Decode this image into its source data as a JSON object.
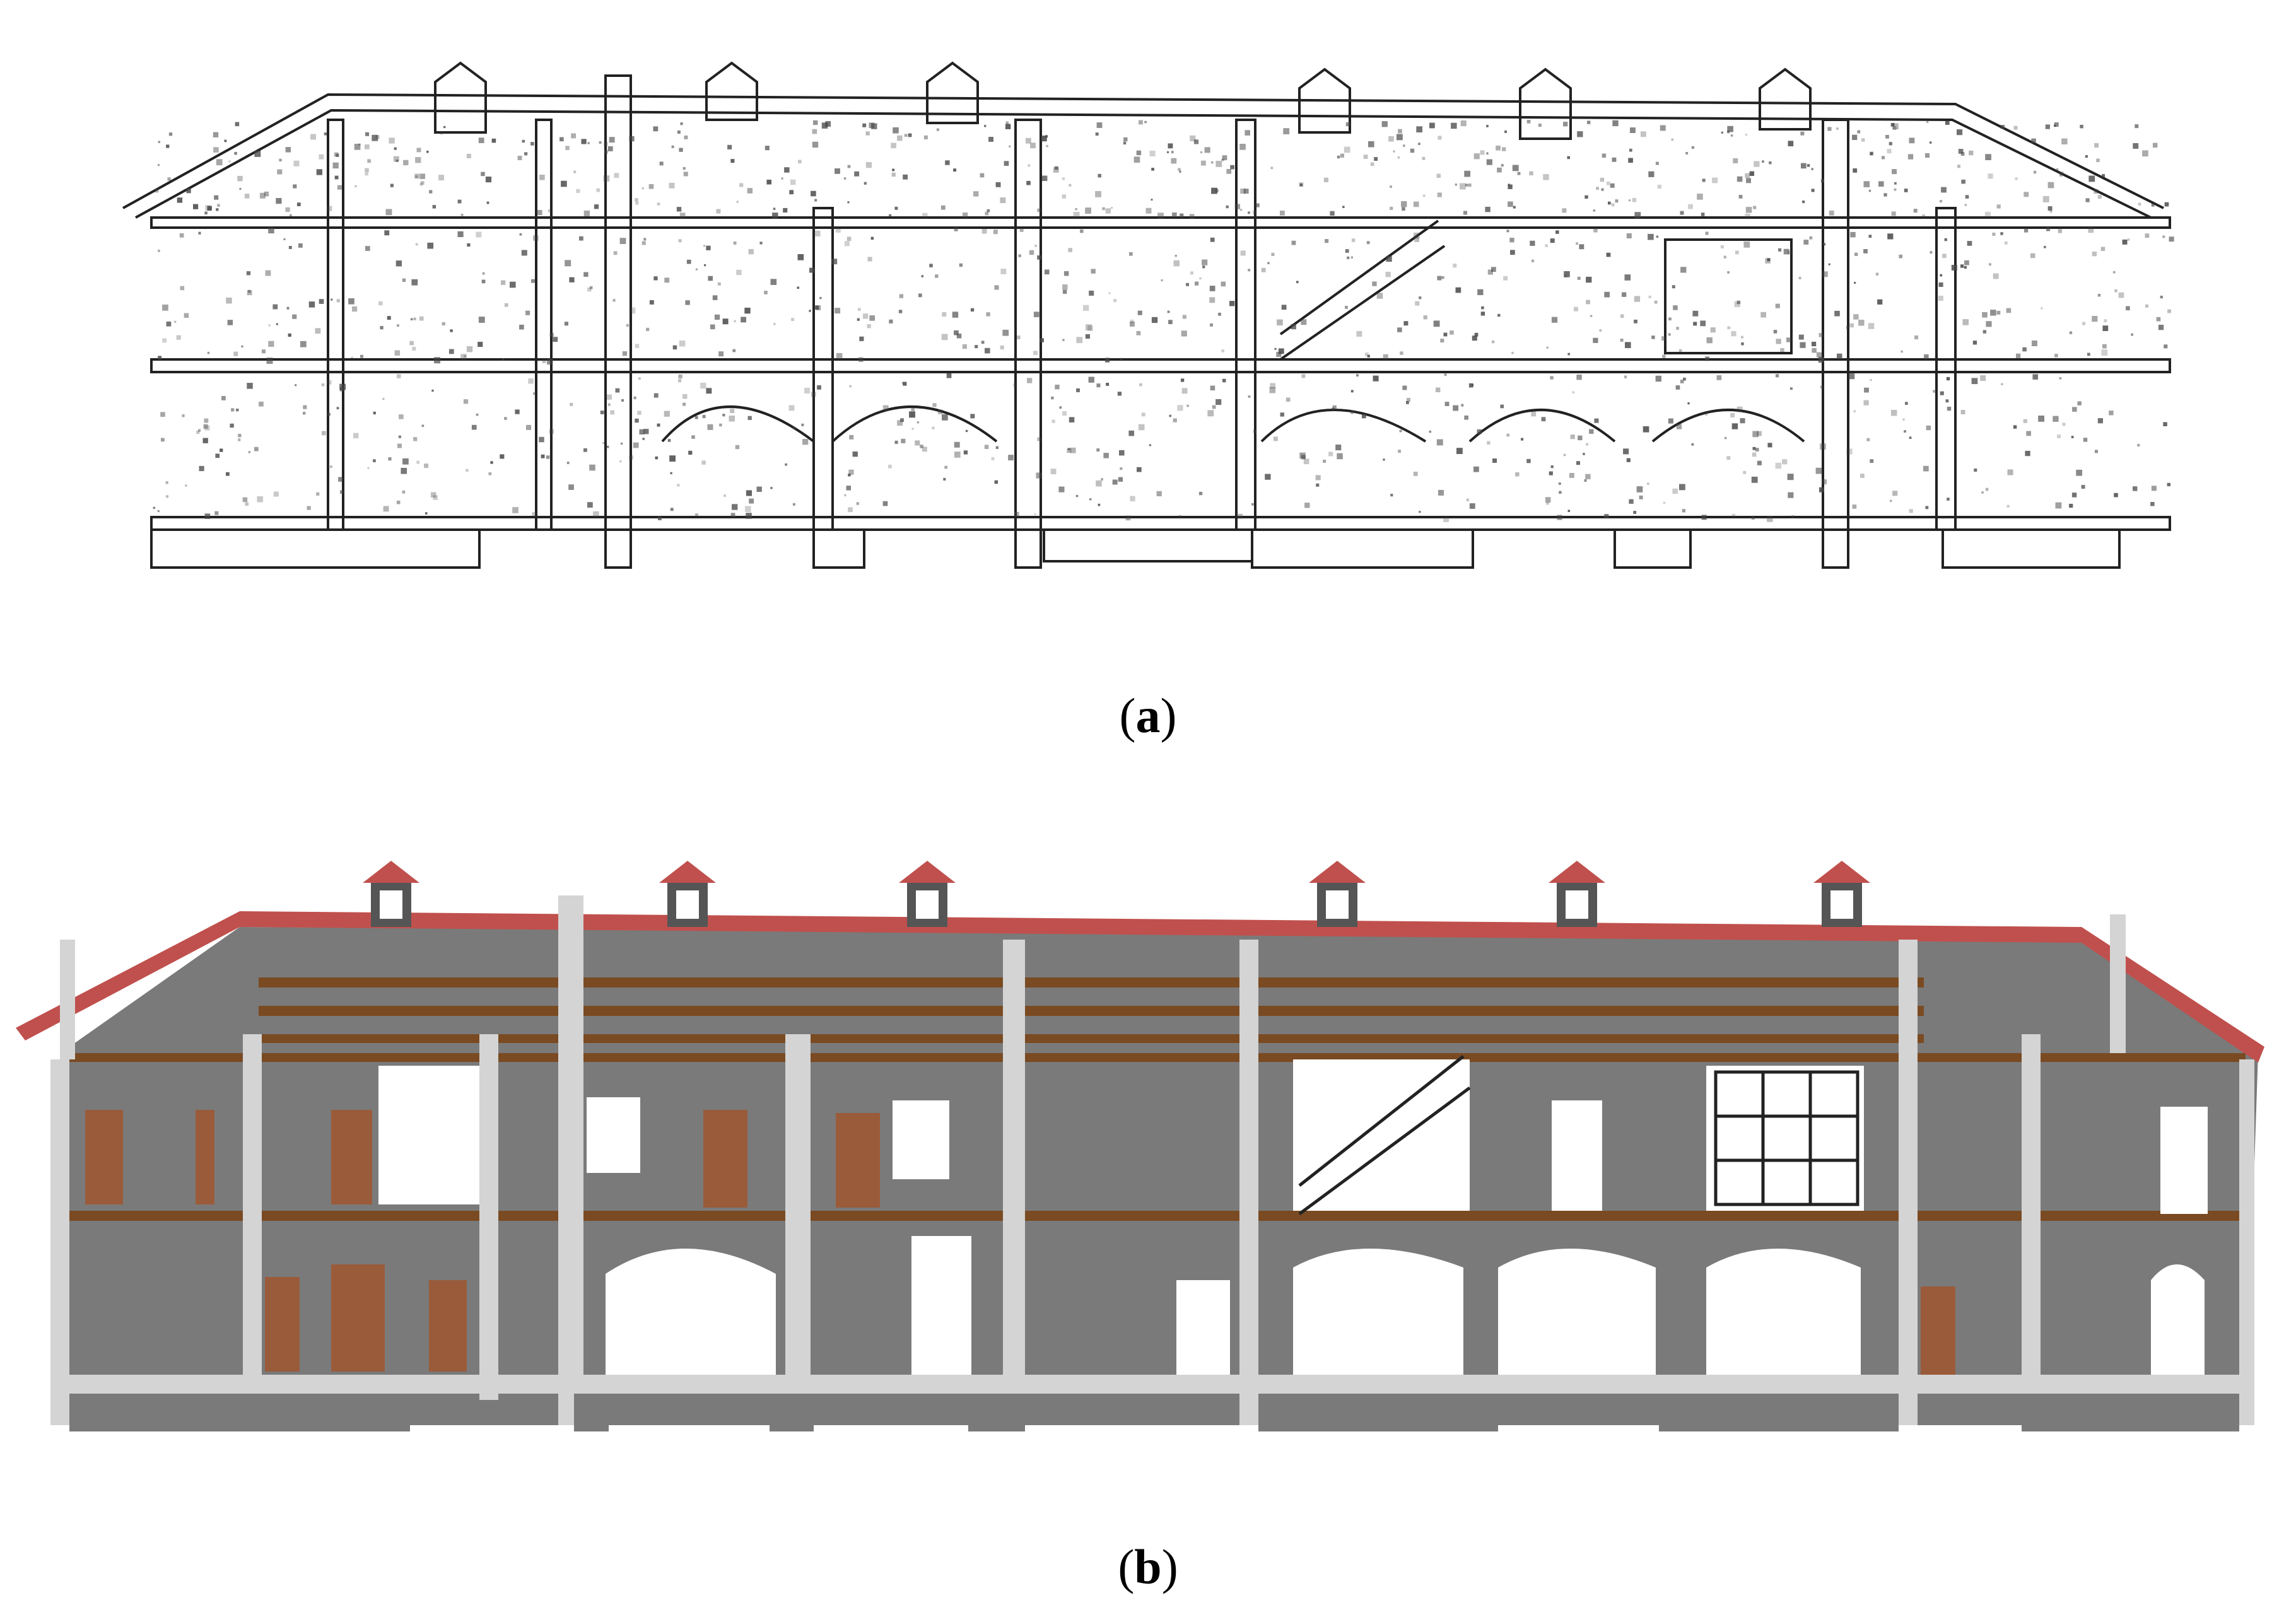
{
  "figure": {
    "panels": [
      {
        "id": "a",
        "caption_open": "(",
        "caption_letter": "a",
        "caption_close": ")",
        "style": "point-cloud section"
      },
      {
        "id": "b",
        "caption_open": "(",
        "caption_letter": "b",
        "caption_close": ")",
        "style": "colored BIM section"
      }
    ]
  },
  "colors": {
    "wall": "#7a7a7a",
    "column": "#d4d4d4",
    "timber": "#7a4a22",
    "roof": "#c0504d",
    "door": "#9a5b3a",
    "opening": "#ffffff",
    "line": "#222222",
    "speckle": "#444444"
  }
}
